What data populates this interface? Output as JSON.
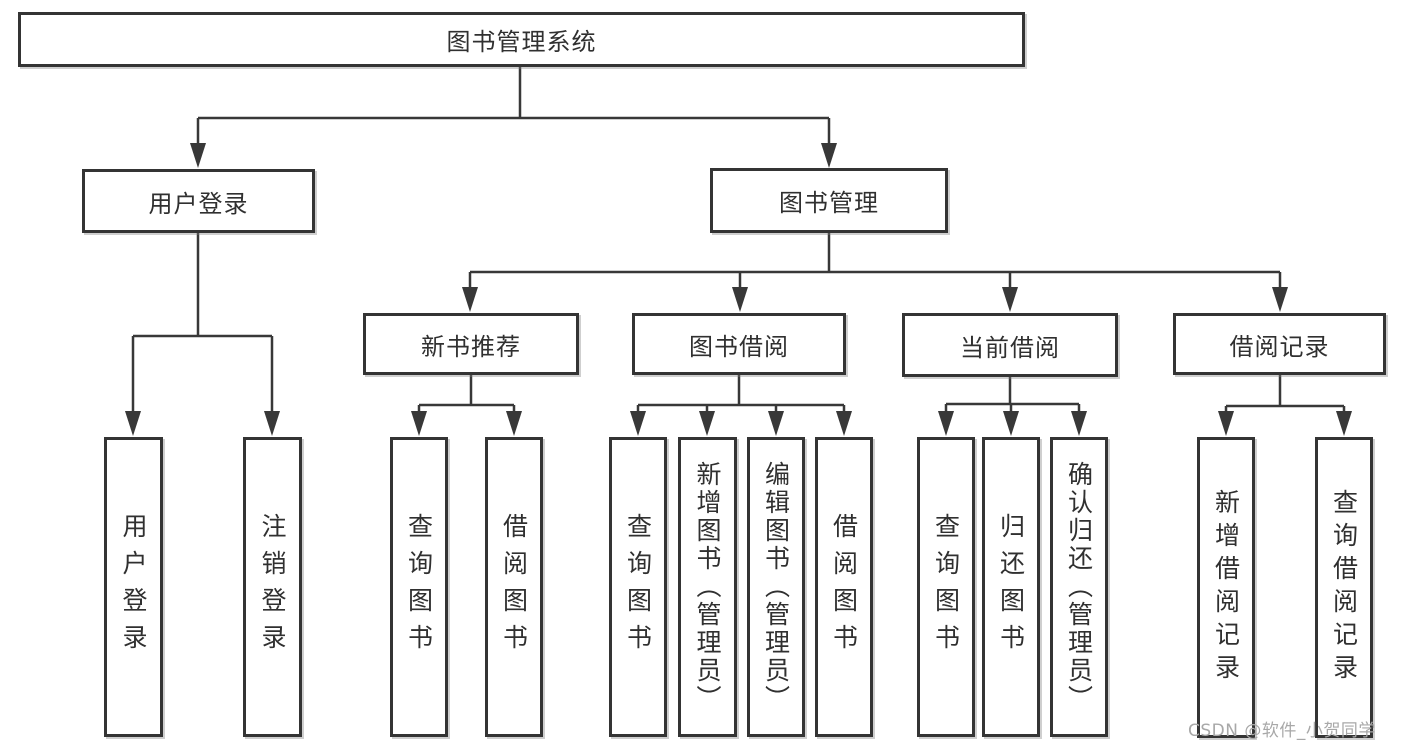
{
  "diagram": {
    "title": "图书管理系统",
    "root": {
      "label": "图书管理系统"
    },
    "level2": [
      {
        "label": "用户登录",
        "parent": "图书管理系统"
      },
      {
        "label": "图书管理",
        "parent": "图书管理系统"
      }
    ],
    "level3": [
      {
        "label": "新书推荐",
        "parent": "图书管理"
      },
      {
        "label": "图书借阅",
        "parent": "图书管理"
      },
      {
        "label": "当前借阅",
        "parent": "图书管理"
      },
      {
        "label": "借阅记录",
        "parent": "图书管理"
      }
    ],
    "leaves": [
      {
        "label": "用户登录",
        "parent": "用户登录"
      },
      {
        "label": "注销登录",
        "parent": "用户登录"
      },
      {
        "label": "查询图书",
        "parent": "新书推荐"
      },
      {
        "label": "借阅图书",
        "parent": "新书推荐"
      },
      {
        "label": "查询图书",
        "parent": "图书借阅"
      },
      {
        "label": "新增图书（管理员）",
        "parent": "图书借阅"
      },
      {
        "label": "编辑图书（管理员）",
        "parent": "图书借阅"
      },
      {
        "label": "借阅图书",
        "parent": "图书借阅"
      },
      {
        "label": "查询图书",
        "parent": "当前借阅"
      },
      {
        "label": "归还图书",
        "parent": "当前借阅"
      },
      {
        "label": "确认归还（管理员）",
        "parent": "当前借阅"
      },
      {
        "label": "新增借阅记录",
        "parent": "借阅记录"
      },
      {
        "label": "查询借阅记录",
        "parent": "借阅记录"
      }
    ],
    "colors": {
      "line": "#383838",
      "border": "#343434",
      "text": "#303030",
      "background": "#ffffff",
      "watermark": "#a8a8a8"
    }
  },
  "watermark": {
    "text": "CSDN @软件_小贺同学"
  }
}
